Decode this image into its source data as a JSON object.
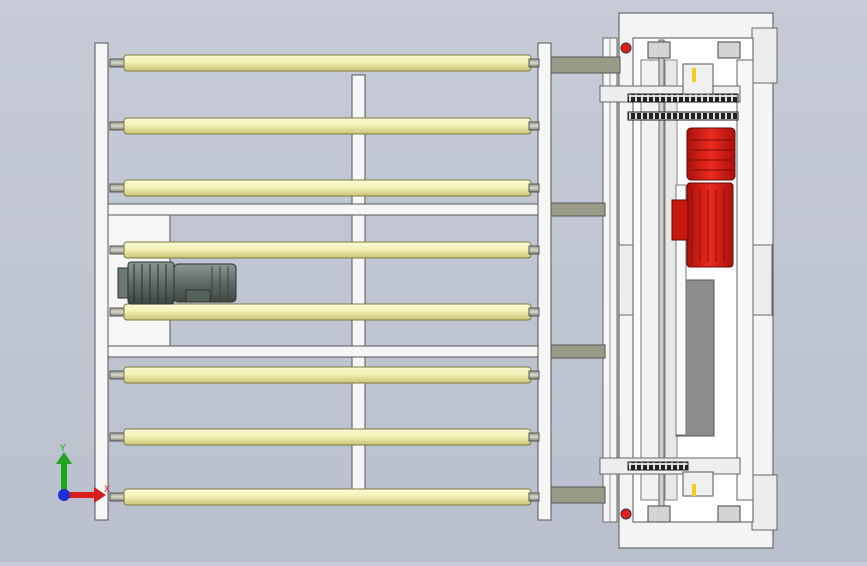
{
  "title": "",
  "axis_triad": {
    "y_label": "Y",
    "x_label": "X"
  },
  "colors": {
    "background": "#bfc4d0",
    "frame": "#f2f2f2",
    "frame_edge": "#5a5a5a",
    "roller": "#f3f1b6",
    "roller_shade": "#d9d58c",
    "motor_red": "#e2231a",
    "gearbox_gray": "#6b7770",
    "axis_y": "#1fa51f",
    "axis_x": "#d81f1f",
    "axis_origin": "#1f2fd8"
  },
  "components": {
    "rollers": 8,
    "cross_members": 2,
    "conveyor_motor": "gearbox-motor",
    "lift_motor": "red-motor",
    "chains": 2
  }
}
